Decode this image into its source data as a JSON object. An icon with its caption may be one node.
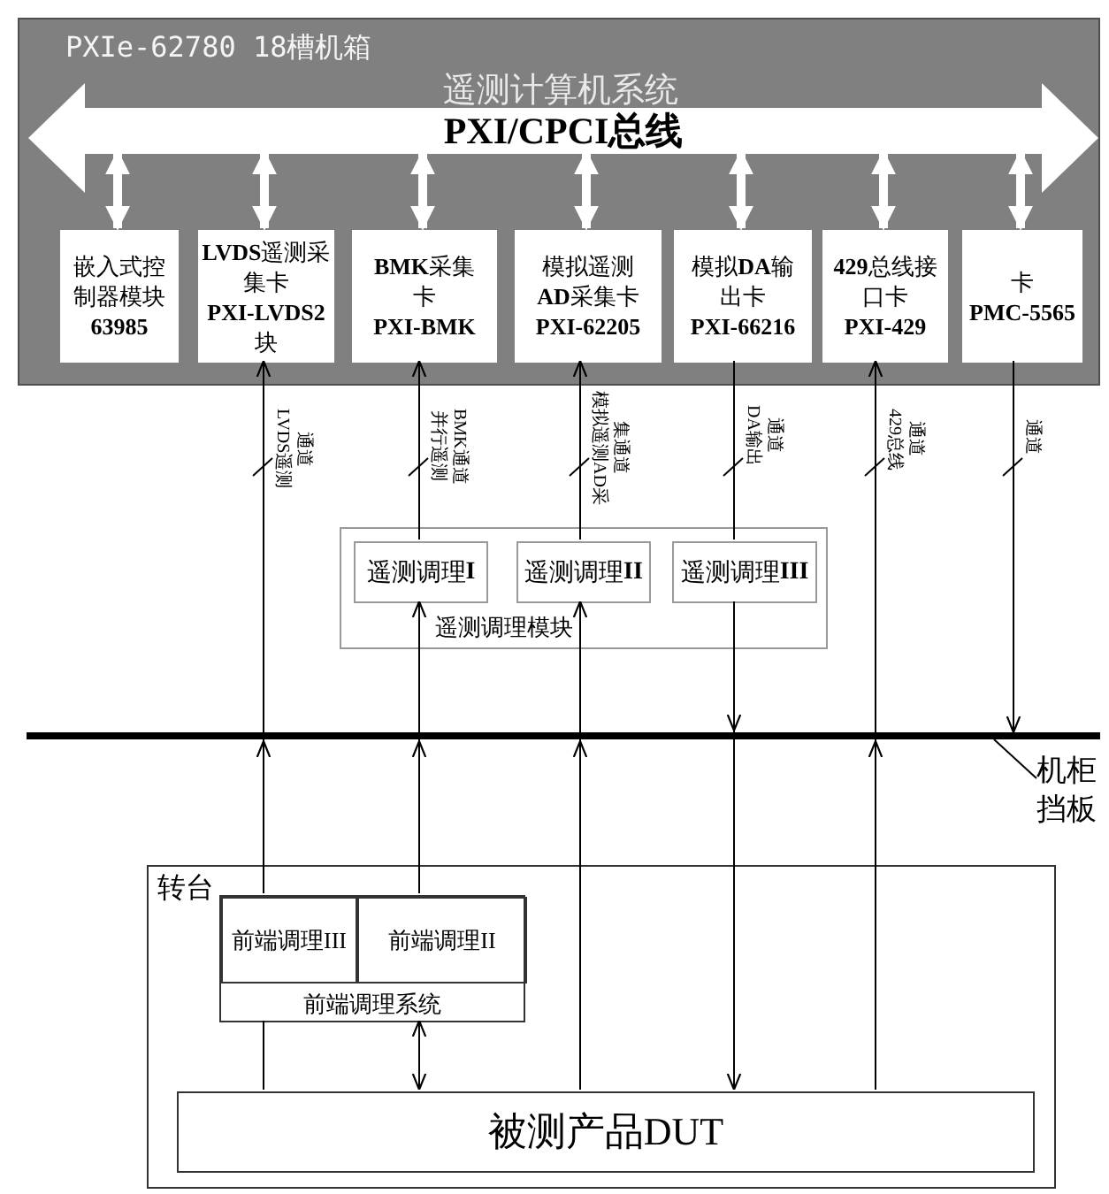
{
  "diagram": {
    "nodes": [
      {
        "text": [
          "PXIe-62780 18槽机箱",
          "遥测计算机系统"
        ]
      },
      {
        "text": [
          "PXI/CPCI总线"
        ],
        "in": 0
      },
      {
        "text": [
          "嵌入式控制器模块**63985**"
        ],
        "in": 0
      },
      {
        "text": [
          "**LVDS**遥测采集卡**PXI-LVDS2**块"
        ],
        "in": 0
      },
      {
        "text": [
          "**BMK**采集卡**PXI-BMK**"
        ],
        "in": 0
      },
      {
        "text": [
          "模拟遥测**AD**采集卡**PXI-62205**"
        ],
        "in": 0
      },
      {
        "text": [
          "模拟**DA**输出卡**PXI-66216**"
        ],
        "in": 0
      },
      {
        "text": [
          "**429**总线接口卡**PXI-429**"
        ],
        "in": 0
      },
      {
        "text": [
          "卡**PMC-5565**"
        ],
        "in": 0
      },
      {
        "text": [
          "遥测调理模块"
        ]
      },
      {
        "text": [
          "遥测调理**I**"
        ],
        "in": 9
      },
      {
        "text": [
          "遥测调理**II**"
        ],
        "in": 9
      },
      {
        "text": [
          "遥测调理**III**"
        ],
        "in": 9
      },
      {
        "text": [
          "机柜挡板"
        ]
      },
      {
        "text": [],
        "shape": "bar"
      },
      {
        "text": [
          "转台"
        ]
      },
      {
        "text": [
          "前端调理系统"
        ],
        "in": 15
      },
      {
        "text": [
          "前端调理III"
        ],
        "in": 16
      },
      {
        "text": [
          "前端调理II"
        ],
        "in": 16
      },
      {
        "text": [
          "被测产品DUT"
        ],
        "in": 15
      }
    ],
    "edges": [
      {
        "from": 1,
        "to": 2,
        "arrow": "both",
        "style": "thick",
        "color": "#ffffff"
      },
      {
        "from": 1,
        "to": 3,
        "arrow": "both",
        "style": "thick",
        "color": "#ffffff"
      },
      {
        "from": 1,
        "to": 4,
        "arrow": "both",
        "style": "thick",
        "color": "#ffffff"
      },
      {
        "from": 1,
        "to": 5,
        "arrow": "both",
        "style": "thick",
        "color": "#ffffff"
      },
      {
        "from": 1,
        "to": 6,
        "arrow": "both",
        "style": "thick",
        "color": "#ffffff"
      },
      {
        "from": 1,
        "to": 7,
        "arrow": "both",
        "style": "thick",
        "color": "#ffffff"
      },
      {
        "from": 1,
        "to": 8,
        "arrow": "both",
        "style": "thick",
        "color": "#ffffff"
      },
      {
        "from": 17,
        "to": 3,
        "arrow": "to",
        "label": "LVDS遥测通道"
      },
      {
        "from": 19,
        "to": 16,
        "arrow": "none"
      },
      {
        "from": 18,
        "to": 10,
        "arrow": "to"
      },
      {
        "from": 10,
        "to": 4,
        "arrow": "to",
        "label": "并行遥测BMK通道"
      },
      {
        "from": 19,
        "to": 11,
        "arrow": "to"
      },
      {
        "from": 11,
        "to": 5,
        "arrow": "to",
        "label": "模拟遥测AD采集通道"
      },
      {
        "from": 6,
        "to": 12,
        "arrow": "none",
        "label": "DA输出通道"
      },
      {
        "from": 12,
        "to": 19,
        "arrow": "to"
      },
      {
        "from": 19,
        "to": 7,
        "arrow": "to",
        "label": "429总线通道"
      },
      {
        "from": 8,
        "to": 14,
        "arrow": "to",
        "label": "通道"
      },
      {
        "from": 16,
        "to": 19,
        "arrow": "both"
      },
      {
        "from": 13,
        "to": 14,
        "arrow": "none"
      }
    ]
  }
}
